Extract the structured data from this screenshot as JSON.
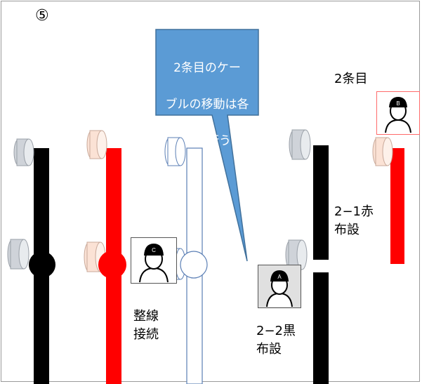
{
  "step_marker": "⑤",
  "callout": {
    "text": "2条目のケーブルの移動は各班で行う",
    "line1": "2条目のケー",
    "line2": "ブルの移動は各",
    "line3": "班で行う",
    "fill_color": "#5b9bd5"
  },
  "labels": {
    "second_line": "2条目",
    "lay_2_1_red": "2−1赤\n布設",
    "lay_2_2_black": "2−2黒\n布設",
    "arrange_connect": "整線\n接続"
  },
  "workers": {
    "a": "A",
    "b": "B",
    "c": "C"
  },
  "colors": {
    "black_cable": "#000000",
    "red_cable": "#ff0000",
    "white_cable_border": "#5b7fb5",
    "reel_gray": "#cfd3d9",
    "reel_peach": "#fbe2d5",
    "worker_b_border": "#ff6b6b"
  },
  "icons": [
    "circled-five",
    "worker-icon",
    "cable-reel-icon",
    "connection-node-icon"
  ]
}
